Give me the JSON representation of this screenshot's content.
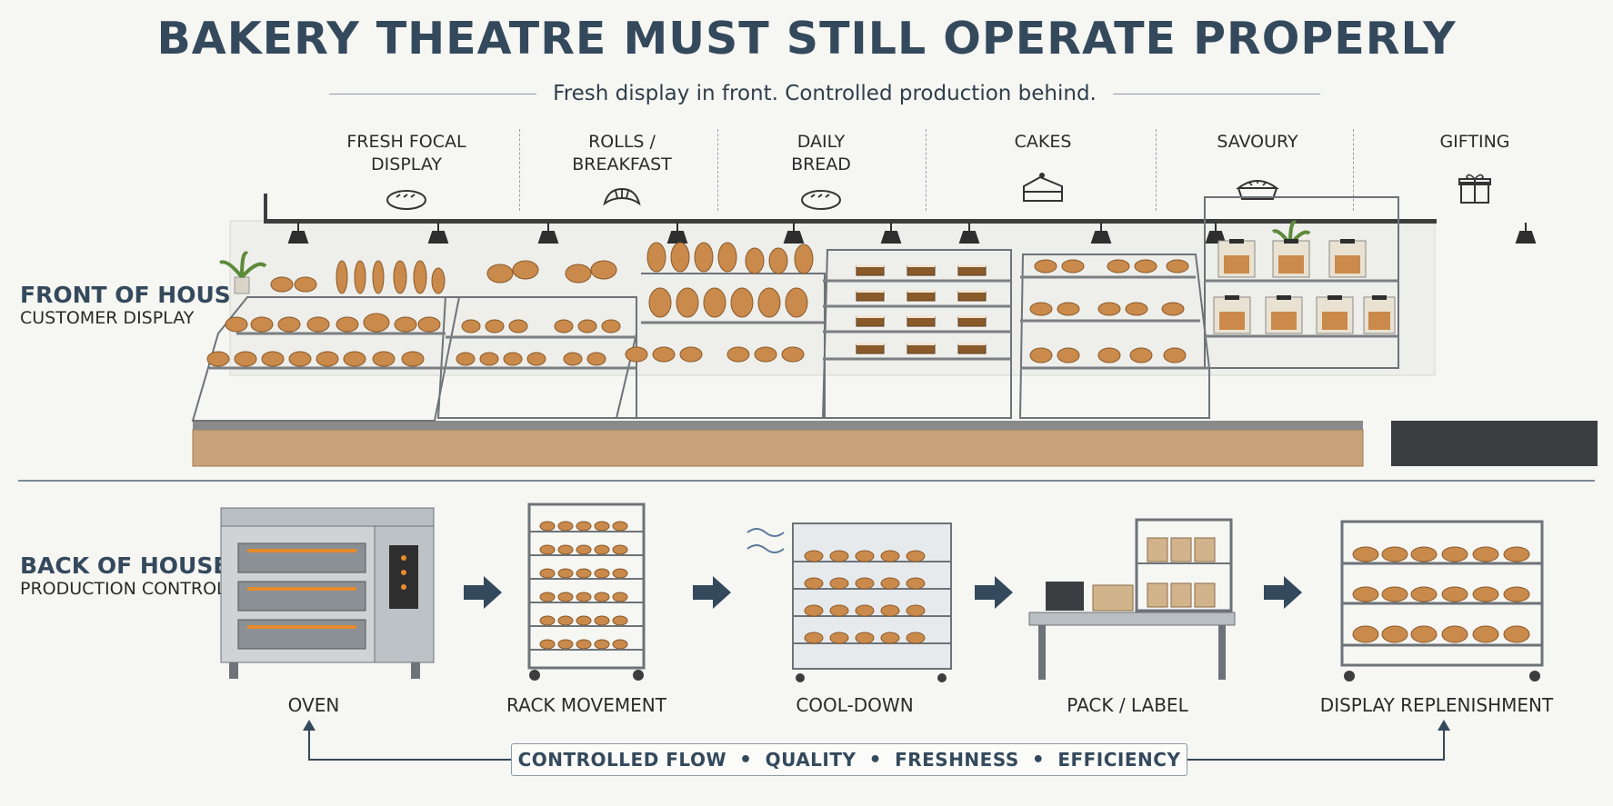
{
  "title": "BAKERY THEATRE MUST STILL OPERATE PROPERLY",
  "subtitle": "Fresh display in front. Controlled production behind.",
  "front": {
    "heading": "FRONT OF HOUSE:",
    "subheading": "CUSTOMER DISPLAY",
    "zones": [
      {
        "line1": "FRESH FOCAL",
        "line2": "DISPLAY",
        "icon": "bread-loaf-icon"
      },
      {
        "line1": "ROLLS /",
        "line2": "BREAKFAST",
        "icon": "croissant-icon"
      },
      {
        "line1": "DAILY",
        "line2": "BREAD",
        "icon": "bread-loaf-icon"
      },
      {
        "line1": "CAKES",
        "line2": "",
        "icon": "cake-slice-icon"
      },
      {
        "line1": "SAVOURY",
        "line2": "",
        "icon": "pie-icon"
      },
      {
        "line1": "GIFTING",
        "line2": "",
        "icon": "gift-icon"
      }
    ]
  },
  "back": {
    "heading": "BACK OF HOUSE:",
    "subheading": "PRODUCTION CONTROL",
    "steps": [
      {
        "label": "OVEN",
        "icon": "oven-icon"
      },
      {
        "label": "RACK MOVEMENT",
        "icon": "bakery-rack-icon"
      },
      {
        "label": "COOL-DOWN",
        "icon": "cooling-cabinet-icon"
      },
      {
        "label": "PACK / LABEL",
        "icon": "packing-station-icon"
      },
      {
        "label": "DISPLAY REPLENISHMENT",
        "icon": "display-trolley-icon"
      }
    ]
  },
  "flow": {
    "items": [
      "CONTROLLED FLOW",
      "QUALITY",
      "FRESHNESS",
      "EFFICIENCY"
    ],
    "separator": "•"
  },
  "colors": {
    "accent": "#34495c",
    "wood": "#c9a27a",
    "steel": "#b9bec3",
    "bread": "#c98a4b",
    "bread_dark": "#8a5a2b",
    "background": "#f6f6f3"
  }
}
